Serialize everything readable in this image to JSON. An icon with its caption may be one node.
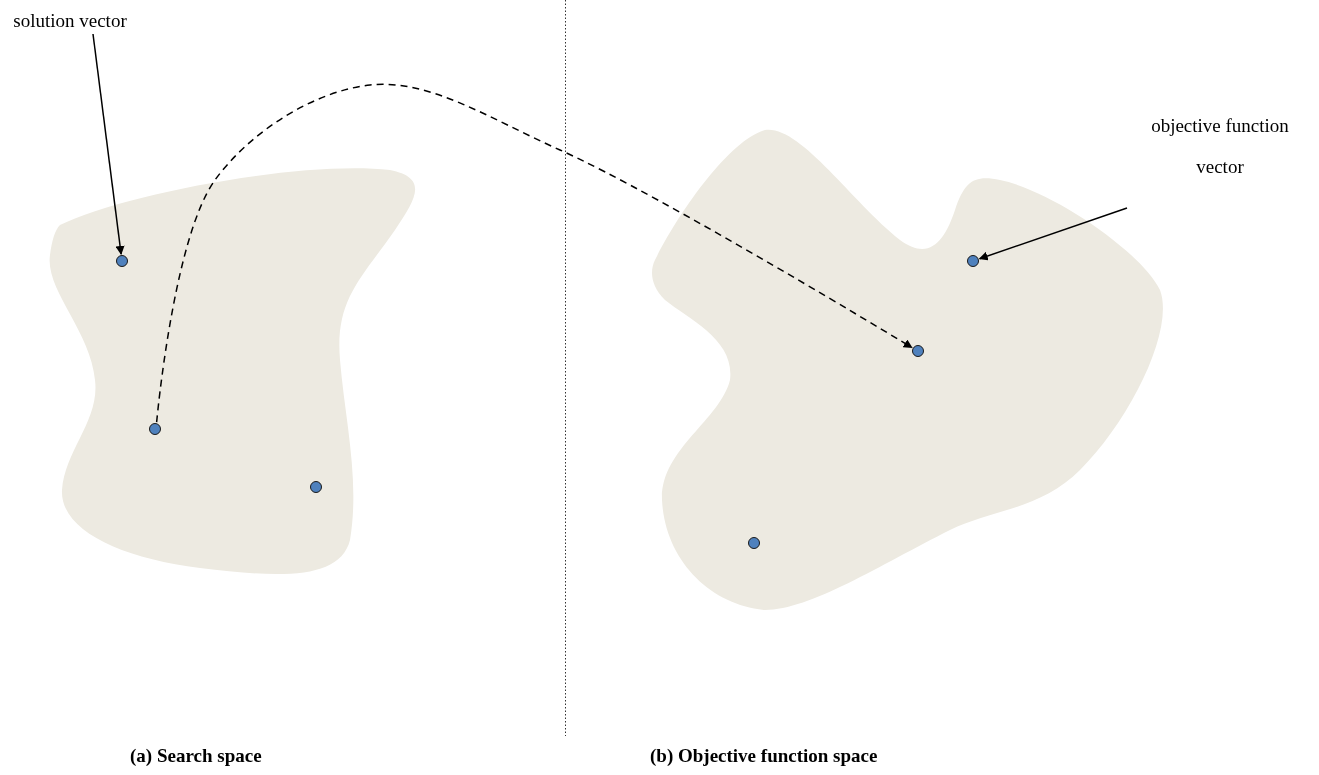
{
  "diagram": {
    "nodes": [
      {
        "text": [
          "solution vector"
        ]
      },
      {
        "text": [],
        "shape": "circle"
      },
      {
        "text": [],
        "shape": "circle"
      },
      {
        "text": [],
        "shape": "circle"
      },
      {
        "text": [
          "objective function vector"
        ]
      },
      {
        "text": [],
        "shape": "circle"
      },
      {
        "text": [],
        "shape": "circle"
      },
      {
        "text": [],
        "shape": "circle"
      }
    ],
    "edges": [
      {
        "from": 0,
        "to": 1,
        "arrow": "to"
      },
      {
        "from": 2,
        "to": 6,
        "arrow": "to",
        "style": "dashed"
      },
      {
        "from": 4,
        "to": 5,
        "arrow": "to"
      }
    ],
    "labels": [
      "(a) Search space",
      "(b) Objective function space"
    ]
  }
}
